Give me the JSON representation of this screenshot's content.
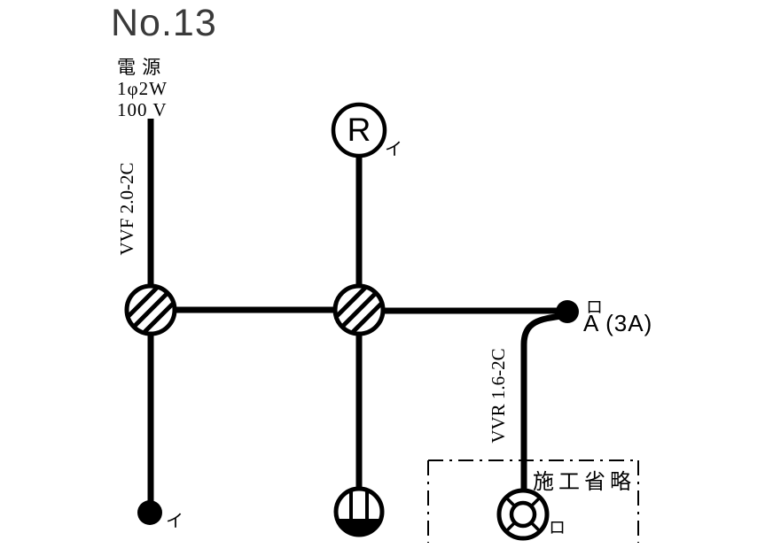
{
  "title": "No.13",
  "power_source": {
    "name": "電 源",
    "phase": "1φ2W",
    "voltage": "100 V"
  },
  "cables": {
    "feed": "VVF 2.0-2C",
    "outdoor": "VVR 1.6-2C"
  },
  "lamp_receptacle": {
    "letter": "R",
    "tag": "イ"
  },
  "auto_switch": {
    "tag": "ロ",
    "rating": "A (3A)"
  },
  "wall_switch": {
    "tag": "イ"
  },
  "outdoor_light": {
    "tag": "ロ"
  },
  "omission": {
    "label": "施工省略"
  },
  "colors": {
    "ink": "#000000",
    "title_text": "#3a3a3a",
    "background": "#ffffff"
  }
}
